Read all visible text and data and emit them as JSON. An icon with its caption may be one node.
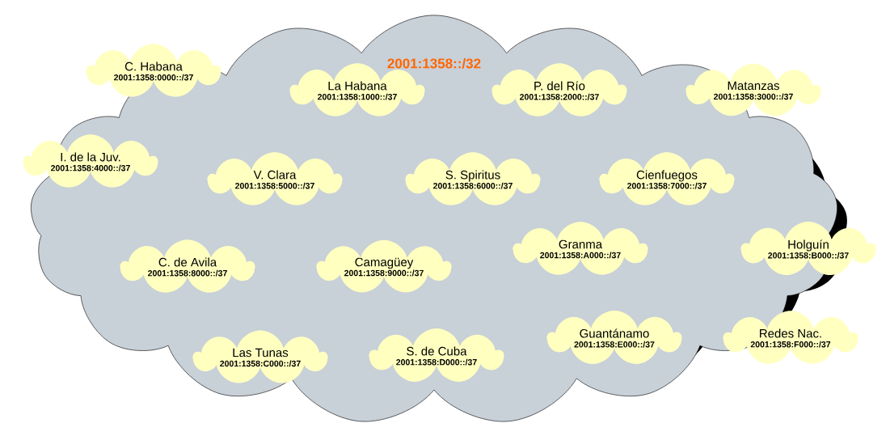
{
  "diagram": {
    "nodes": [
      {
        "text": [
          "2001:1358::/32"
        ]
      },
      {
        "text": [
          "C. Habana",
          "2001:1358:0000::/37"
        ],
        "in": 0
      },
      {
        "text": [
          "La Habana",
          "2001:1358:1000::/37"
        ],
        "in": 0
      },
      {
        "text": [
          "P. del Río",
          "2001:1358:2000::/37"
        ],
        "in": 0
      },
      {
        "text": [
          "Matanzas",
          "2001:1358:3000::/37"
        ],
        "in": 0
      },
      {
        "text": [
          "I. de la Juv.",
          "2001:1358:4000::/37"
        ],
        "in": 0
      },
      {
        "text": [
          "V. Clara",
          "2001:1358:5000::/37"
        ],
        "in": 0
      },
      {
        "text": [
          "S. Spiritus",
          "2001:1358:6000::/37"
        ],
        "in": 0
      },
      {
        "text": [
          "Cienfuegos",
          "2001:1358:7000::/37"
        ],
        "in": 0
      },
      {
        "text": [
          "C. de Avila",
          "2001:1358:8000::/37"
        ],
        "in": 0
      },
      {
        "text": [
          "Camagüey",
          "2001:1358:9000::/37"
        ],
        "in": 0
      },
      {
        "text": [
          "Granma",
          "2001:1358:A000::/37"
        ],
        "in": 0
      },
      {
        "text": [
          "Holguín",
          "2001:1358:B000::/37"
        ],
        "in": 0
      },
      {
        "text": [
          "Las Tunas",
          "2001:1358:C000::/37"
        ],
        "in": 0
      },
      {
        "text": [
          "S. de Cuba",
          "2001:1358:D000::/37"
        ],
        "in": 0
      },
      {
        "text": [
          "Guantánamo",
          "2001:1358:E000::/37"
        ],
        "in": 0
      },
      {
        "text": [
          "Redes Nac.",
          "2001:1358:F000::/37"
        ],
        "in": 0
      }
    ]
  }
}
